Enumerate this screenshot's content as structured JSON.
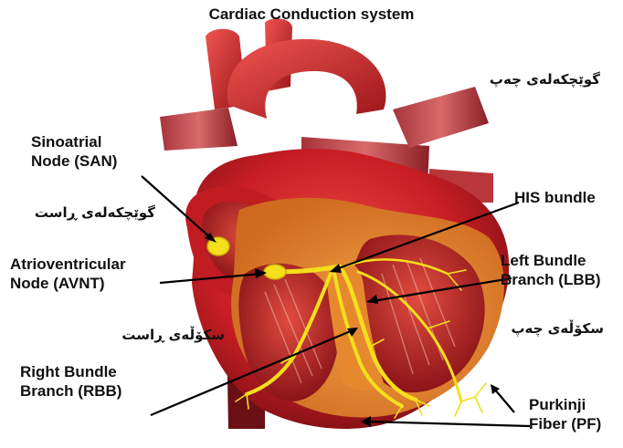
{
  "title": "Cardiac Conduction system",
  "labels": {
    "san": "Sinoatrial\nNode (SAN)",
    "avnt": "Atrioventricular\nNode (AVNT)",
    "rbb": "Right Bundle\nBranch (RBB)",
    "his": "HIS bundle",
    "lbb": "Left Bundle\nBranch (LBB)",
    "pf": "Purkinji\nFiber (PF)"
  },
  "kurdish": {
    "left_atrium": "گوێچکەلەی چەپ",
    "right_atrium": "گوێچکەلەی ڕاست",
    "right_ventricle": "سکۆڵەی ڕاست",
    "left_ventricle": "سکۆڵەی چەپ"
  },
  "colors": {
    "heart_red": "#c81e24",
    "heart_dark": "#7a0f14",
    "muscle_orange": "#e07a2a",
    "conduction_yellow": "#f3df1c"
  }
}
